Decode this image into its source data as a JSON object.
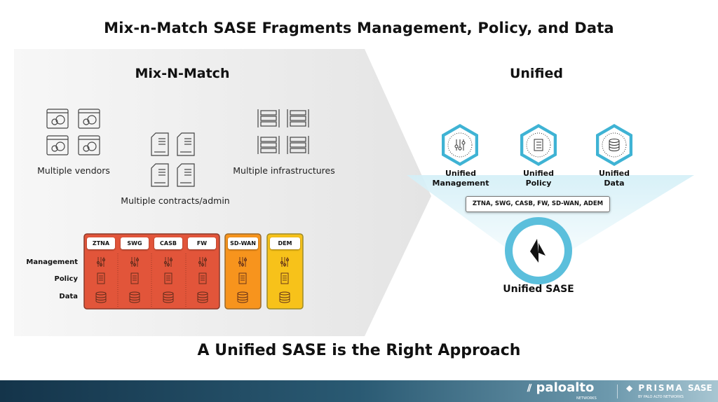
{
  "title": "Mix-n-Match SASE Fragments Management, Policy, and Data",
  "left": {
    "heading": "Mix-N-Match",
    "groups": [
      {
        "label": "Multiple vendors",
        "icon": "browser-gears-icon"
      },
      {
        "label": "Multiple contracts/admin",
        "icon": "contract-document-icon"
      },
      {
        "label": "Multiple infrastructures",
        "icon": "server-rack-icon"
      }
    ],
    "rows": [
      "Management",
      "Policy",
      "Data"
    ],
    "columns": [
      {
        "label": "ZTNA",
        "color": "#e2553a"
      },
      {
        "label": "SWG",
        "color": "#e2553a"
      },
      {
        "label": "CASB",
        "color": "#e2553a"
      },
      {
        "label": "FW",
        "color": "#e2553a"
      },
      {
        "label": "SD-WAN",
        "color": "#f7941d"
      },
      {
        "label": "DEM",
        "color": "#f7c21a"
      }
    ]
  },
  "right": {
    "heading": "Unified",
    "items": [
      {
        "line1": "Unified",
        "line2": "Management",
        "icon": "sliders-icon"
      },
      {
        "line1": "Unified",
        "line2": "Policy",
        "icon": "checklist-icon"
      },
      {
        "line1": "Unified",
        "line2": "Data",
        "icon": "database-icon"
      }
    ],
    "pill": "ZTNA, SWG, CASB, FW, SD-WAN, ADEM",
    "core": "Unified SASE",
    "accent": "#3fb3d4"
  },
  "bottom": "A Unified SASE is the Right Approach",
  "footer": {
    "brand": "paloalto",
    "brand_sub": "NETWORKS",
    "product": "PRISMA",
    "product2": "SASE",
    "product_sub": "BY PALO ALTO NETWORKS"
  }
}
